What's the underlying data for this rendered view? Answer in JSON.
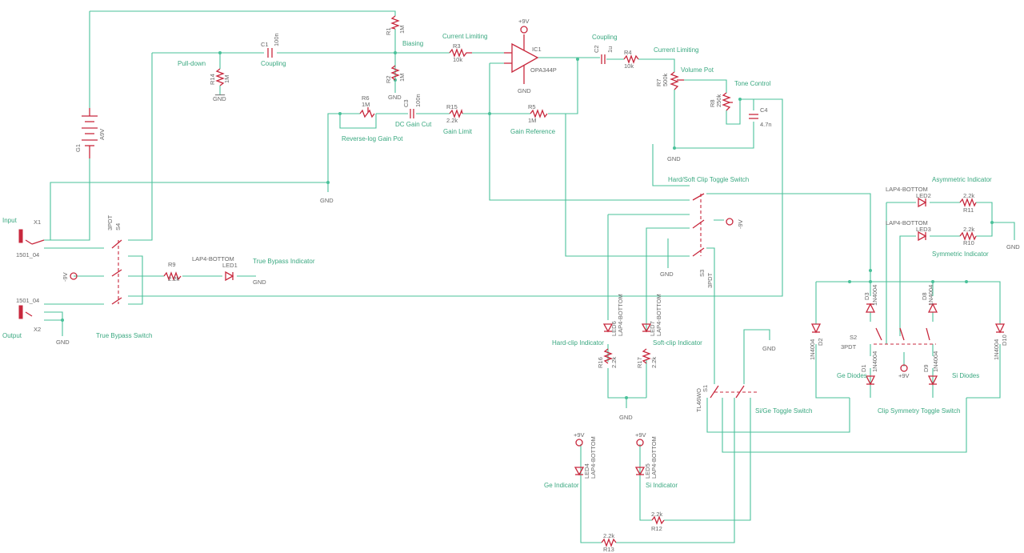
{
  "colors": {
    "wire": "#4ac19a",
    "part": "#c8283d",
    "text": "#666666",
    "label": "#3aa880"
  },
  "labels": {
    "input": "Input",
    "output": "Output",
    "pulldown": "Pull-down",
    "coupling1": "Coupling",
    "biasing": "Biasing",
    "current_limiting1": "Current Limiting",
    "coupling2": "Coupling",
    "current_limiting2": "Current Limiting",
    "volume_pot": "Volume Pot",
    "tone_control": "Tone Control",
    "reverse_log": "Reverse-log Gain Pot",
    "dc_gain_cut": "DC Gain Cut",
    "gain_limit": "Gain Limit",
    "gain_reference": "Gain Reference",
    "hard_soft_switch": "Hard/Soft Clip Toggle Switch",
    "asym_ind": "Asymmetric Indicator",
    "sym_ind": "Symmetric Indicator",
    "true_bypass_ind": "True Bypass Indicator",
    "true_bypass_sw": "True Bypass Switch",
    "hard_clip_ind": "Hard-clip Indicator",
    "soft_clip_ind": "Soft-clip Indicator",
    "ge_diodes": "Ge Diodes",
    "si_diodes": "Si Diodes",
    "sige_switch": "Si/Ge Toggle Switch",
    "clip_sym_switch": "Clip Symmetry Toggle Switch",
    "ge_ind": "Ge Indicator",
    "si_ind": "Si Indicator"
  },
  "parts": {
    "g1": "G1",
    "a9v": "A9V",
    "x1": "X1",
    "x2": "X2",
    "jack1": "1501_04",
    "jack2": "1501_04",
    "s4": "S4",
    "s4type": "3PDT",
    "r14": "R14",
    "r14v": "1M",
    "c1": "C1",
    "c1v": "100n",
    "r1": "R1",
    "r1v": "1M",
    "r2": "R2",
    "r2v": "1M",
    "r3": "R3",
    "r3v": "10k",
    "ic1": "IC1",
    "ic1type": "OPA344P",
    "c2": "C2",
    "c2v": "1u",
    "r4": "R4",
    "r4v": "10k",
    "r7": "R7",
    "r7v": "500k",
    "r8": "R8",
    "r8v": "250k",
    "c4": "C4",
    "c4v": "4.7n",
    "r6": "R6",
    "r6v": "1M",
    "c3": "C3",
    "c3v": "100n",
    "r15": "R15",
    "r15v": "2.2k",
    "r5": "R5",
    "r5v": "1M",
    "r9": "R9",
    "r9v": "2.2k",
    "led1": "LED1",
    "lap": "LAP4-BOTTOM",
    "s3": "S3",
    "s3type": "3PDT",
    "led2": "LED2",
    "led3": "LED3",
    "r11": "R11",
    "r11v": "2.2k",
    "r10": "R10",
    "r10v": "2.2k",
    "led6": "LED6",
    "led7": "LED7",
    "r16": "R16",
    "r16v": "2.2k",
    "r17": "R17",
    "r17v": "2.2k",
    "d1": "D1",
    "d2": "D2",
    "d3": "D3",
    "d8": "D8",
    "d9": "D9",
    "d10": "D10",
    "diode": "1N4004",
    "s2": "S2",
    "s2type": "3PDT",
    "s1": "S1",
    "s1type": "TL46WO",
    "led4": "LED4",
    "led5": "LED5",
    "r12": "R12",
    "r12v": "2.2k",
    "r13": "R13",
    "r13v": "2.2k"
  },
  "supplies": {
    "gnd": "GND",
    "pos9": "+9V",
    "neg9": "-9V"
  }
}
